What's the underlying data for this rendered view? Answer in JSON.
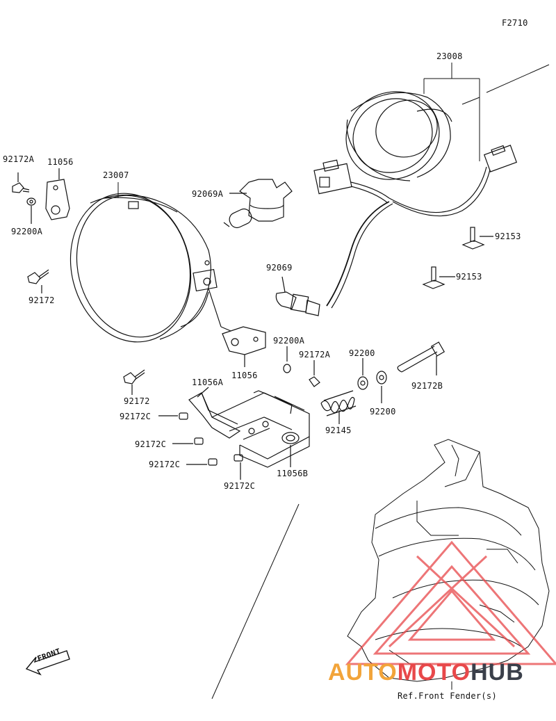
{
  "diagram": {
    "figure_code": "F2710",
    "reference_note": "Ref.Front Fender(s)",
    "front_arrow_label": "FRONT",
    "callouts": {
      "headlight_socket_23008": "23008",
      "headlight_unit_23007": "23007",
      "bulb_92069A": "92069A",
      "bulb_92069": "92069",
      "bolt_92172A_top": "92172A",
      "bracket_11056_top": "11056",
      "washer_92200A_top": "92200A",
      "screw_92172_left": "92172",
      "bolt_92153_upper": "92153",
      "bolt_92153_lower": "92153",
      "bracket_11056_mid": "11056",
      "washer_92200A_mid": "92200A",
      "bolt_92172A_mid": "92172A",
      "washer_92200_upper": "92200",
      "washer_92200_lower": "92200",
      "bolt_92172B": "92172B",
      "spring_92145": "92145",
      "screw_92172_lower": "92172",
      "bracket_11056A": "11056A",
      "bolt_92172C_1": "92172C",
      "bolt_92172C_2": "92172C",
      "bolt_92172C_3": "92172C",
      "bolt_92172C_4": "92172C",
      "bracket_11056B": "11056B"
    }
  },
  "watermark": {
    "part1": "AUTO",
    "part2": "MOTO",
    "part3": "HUB",
    "colors": {
      "orange": "#f2a43a",
      "red": "#e8484a",
      "dark": "#3a3f4a"
    }
  }
}
